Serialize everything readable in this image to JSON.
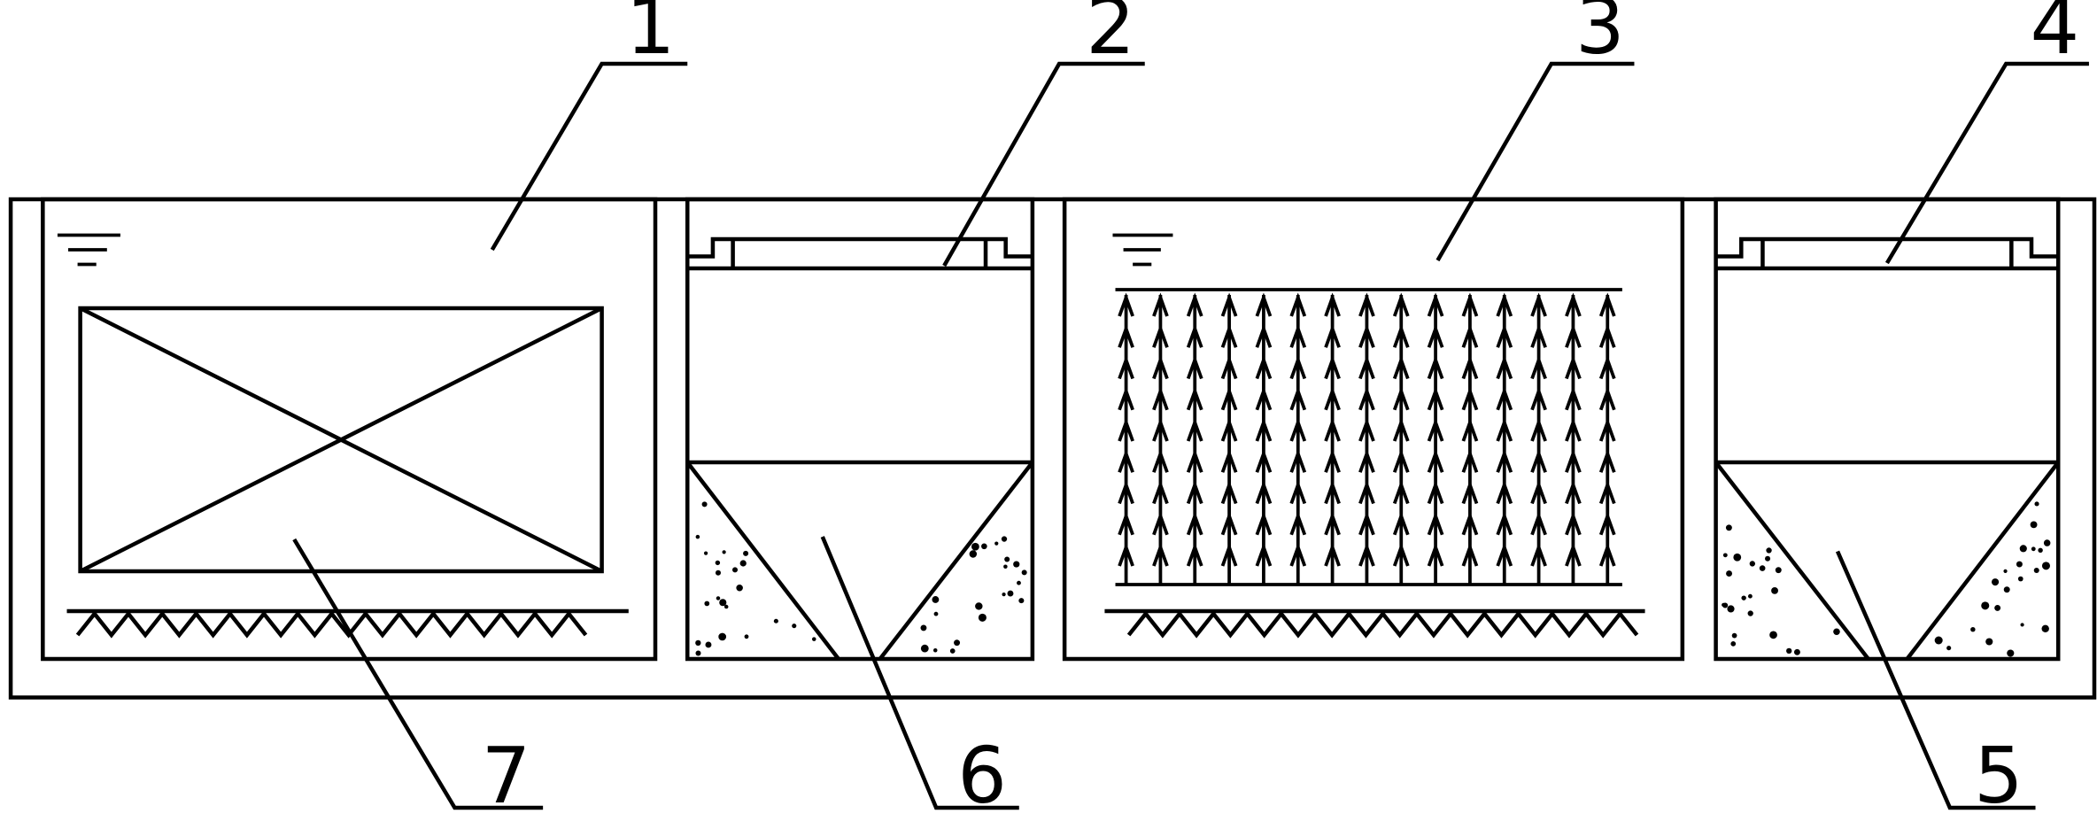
{
  "labels": [
    "1",
    "2",
    "3",
    "4",
    "5",
    "6",
    "7"
  ],
  "colors": {
    "stroke": "#000000",
    "background": "#ffffff"
  },
  "icons": {
    "water_level": "water-level-icon",
    "aerator": "aerator-icon",
    "packing": "packing-filler-icon",
    "sludge": "sludge-particles-icon"
  }
}
